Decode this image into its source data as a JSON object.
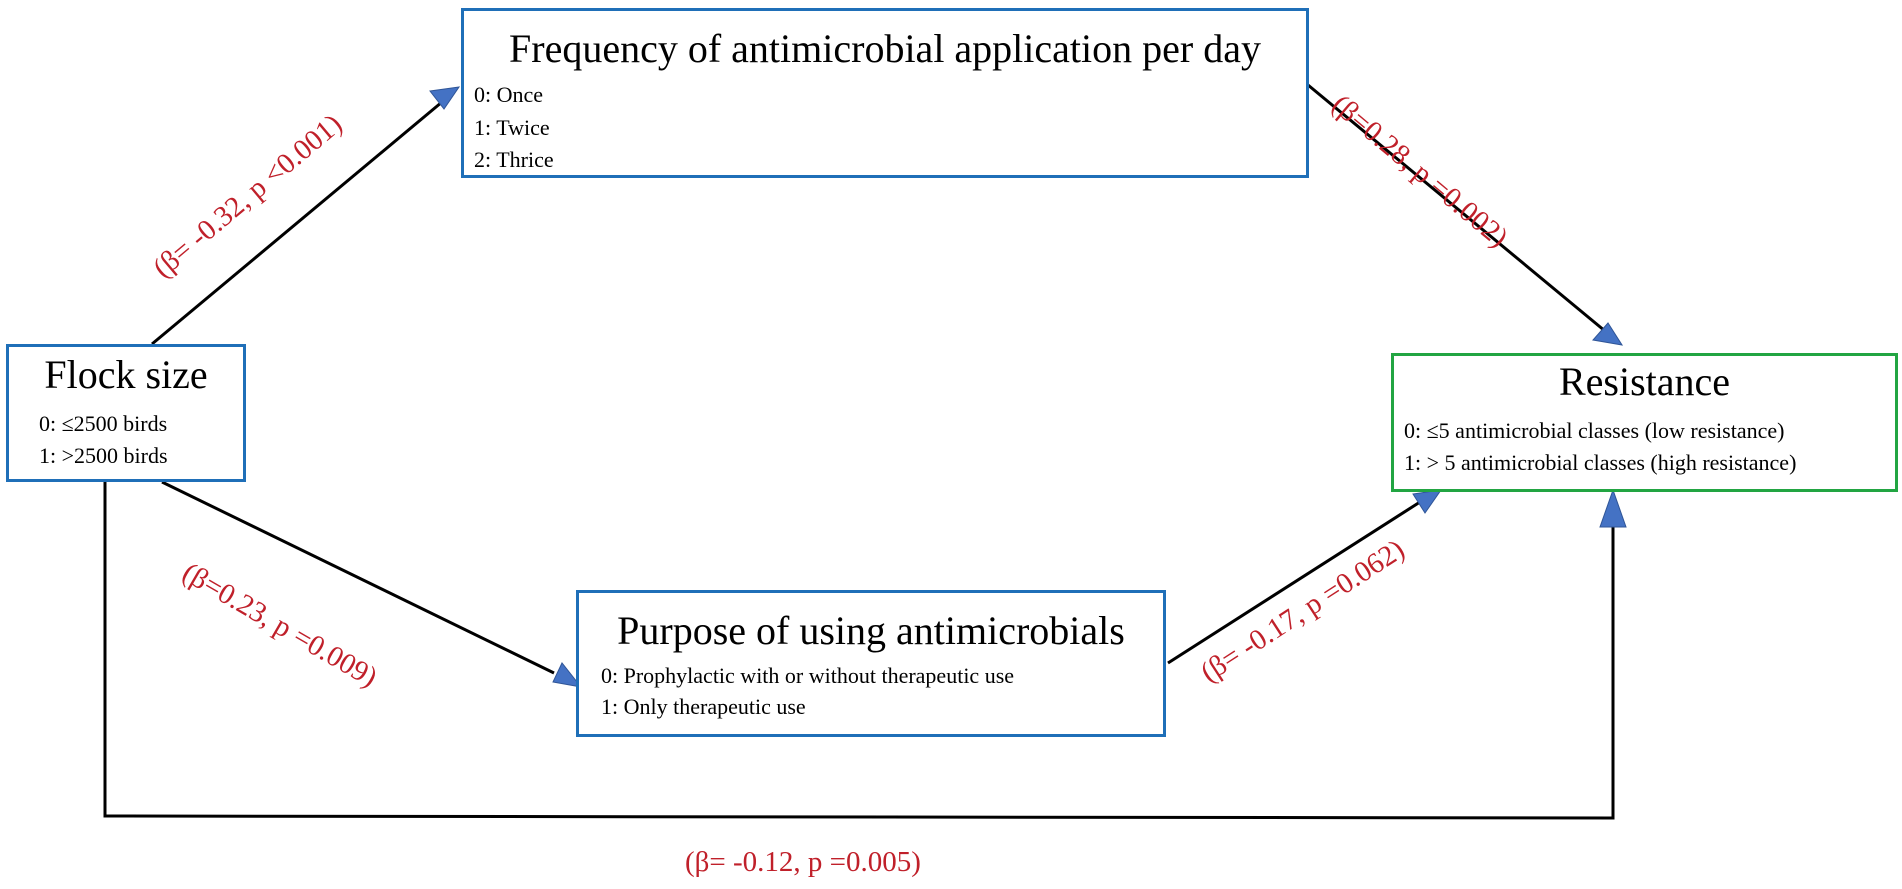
{
  "colors": {
    "box_border": "#1f6fb8",
    "outcome_border": "#22a542",
    "arrow_head": "#4472c4",
    "label_text": "#c0202a",
    "line": "#000000"
  },
  "nodes": {
    "flock": {
      "title": "Flock size",
      "items": [
        "0:  ≤2500 birds",
        "1:  >2500 birds"
      ]
    },
    "frequency": {
      "title": "Frequency of antimicrobial application per day",
      "items": [
        "0: Once",
        "1: Twice",
        "2: Thrice"
      ]
    },
    "purpose": {
      "title": "Purpose of using antimicrobials",
      "items": [
        "0:  Prophylactic with or without therapeutic use",
        "1:  Only therapeutic use"
      ]
    },
    "resistance": {
      "title": "Resistance",
      "items": [
        "0:  ≤5 antimicrobial  classes (low resistance)",
        "1:  > 5 antimicrobial  classes (high resistance)"
      ]
    }
  },
  "edges": {
    "flock_to_frequency": "(β= -0.32, p <0.001)",
    "frequency_to_resistance": "(β=0.28, p =0.002)",
    "flock_to_purpose": "(β=0.23, p =0.009)",
    "purpose_to_resistance": "(β= -0.17, p =0.062)",
    "flock_to_resistance": "(β= -0.12, p =0.005)"
  }
}
